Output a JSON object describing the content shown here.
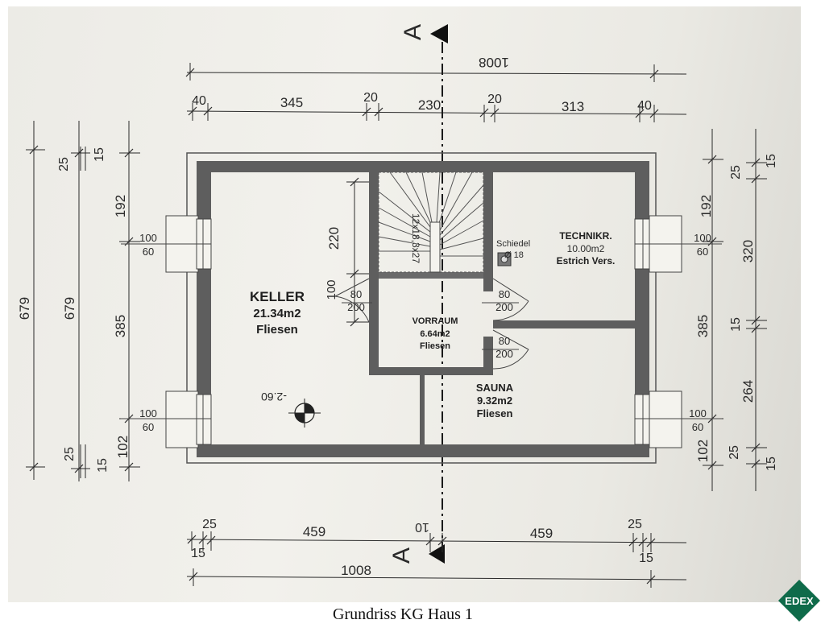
{
  "drawing": {
    "caption": "Grundriss KG Haus 1",
    "logo_text": "EDEX",
    "section_marker": "A",
    "colors": {
      "wall": "#5e5e5e",
      "paper": "#f0efea",
      "ink": "#2a2a2a",
      "logo": "#0f6b4a"
    }
  },
  "dimensions": {
    "top_total": "1008",
    "top_segments": [
      "40",
      "345",
      "20",
      "230",
      "20",
      "313",
      "40"
    ],
    "bottom_total": "1008",
    "bottom_segments": [
      "25",
      "15",
      "459",
      "10",
      "459",
      "25",
      "15"
    ],
    "left_outer": [
      "679",
      "679"
    ],
    "left_chain_a": [
      "25",
      "15"
    ],
    "left_chain_b": [
      "192",
      "385",
      "102"
    ],
    "left_lower": [
      "25",
      "15"
    ],
    "right_chain": [
      "192",
      "385",
      "102"
    ],
    "right_inner": [
      "25",
      "15",
      "320",
      "15",
      "264",
      "25",
      "15"
    ],
    "stair_height": "220",
    "stair_door_height": "100",
    "window_labels": {
      "top": "100",
      "bottom": "60"
    },
    "door_labels": {
      "top": "80",
      "bottom": "200"
    }
  },
  "rooms": {
    "keller": {
      "name": "KELLER",
      "area": "21.34m2",
      "floor": "Fliesen"
    },
    "vorraum": {
      "name": "VORRAUM",
      "area": "6.64m2",
      "floor": "Fliesen"
    },
    "technik": {
      "name": "TECHNIKR.",
      "area": "10.00m2",
      "floor": "Estrich Vers."
    },
    "sauna": {
      "name": "SAUNA",
      "area": "9.32m2",
      "floor": "Fliesen"
    }
  },
  "annotations": {
    "chimney_name": "Schiedel",
    "chimney_size": "Ø 18",
    "level": "-2.60",
    "stair_text": "12x18,3x27"
  }
}
